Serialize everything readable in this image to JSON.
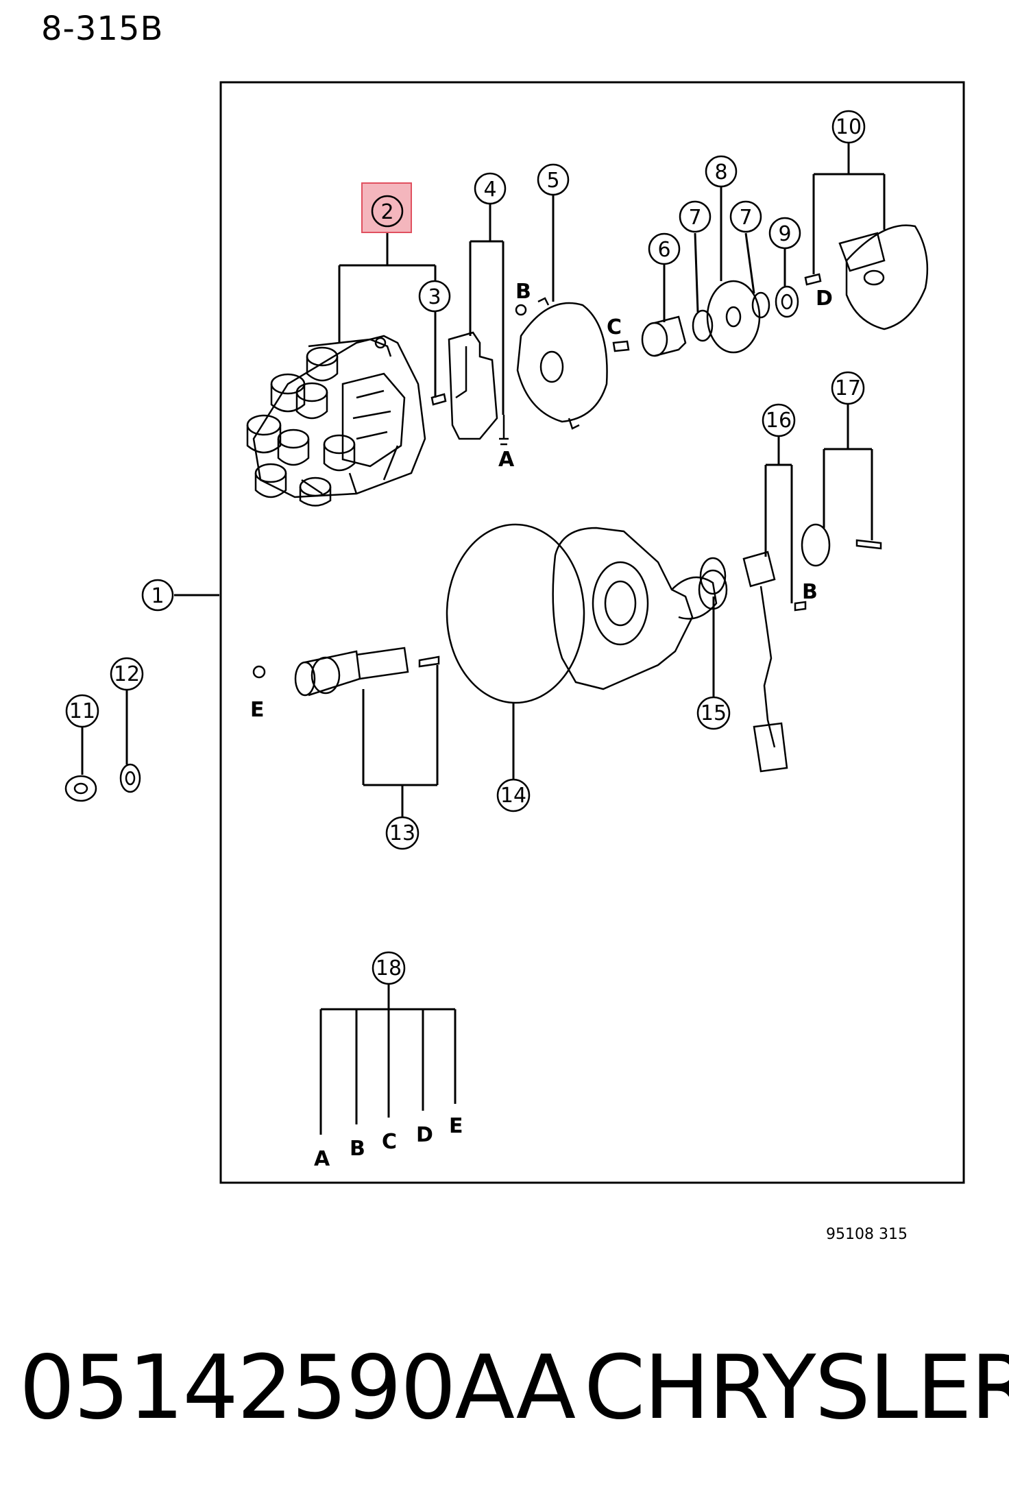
{
  "sheet_code": "8-315B",
  "drawing_number": "95108 315",
  "part_number": "05142590AA",
  "brand": "CHRYSLER",
  "highlight_color": "#f4b6bd",
  "highlight_border": "#e0505f",
  "highlighted_callout": "2",
  "callouts": [
    "1",
    "2",
    "3",
    "4",
    "5",
    "6",
    "7",
    "7",
    "8",
    "9",
    "10",
    "11",
    "12",
    "13",
    "14",
    "15",
    "16",
    "17",
    "18"
  ],
  "letters": {
    "a": "A",
    "b": "B",
    "c": "C",
    "d": "D",
    "e": "E"
  }
}
